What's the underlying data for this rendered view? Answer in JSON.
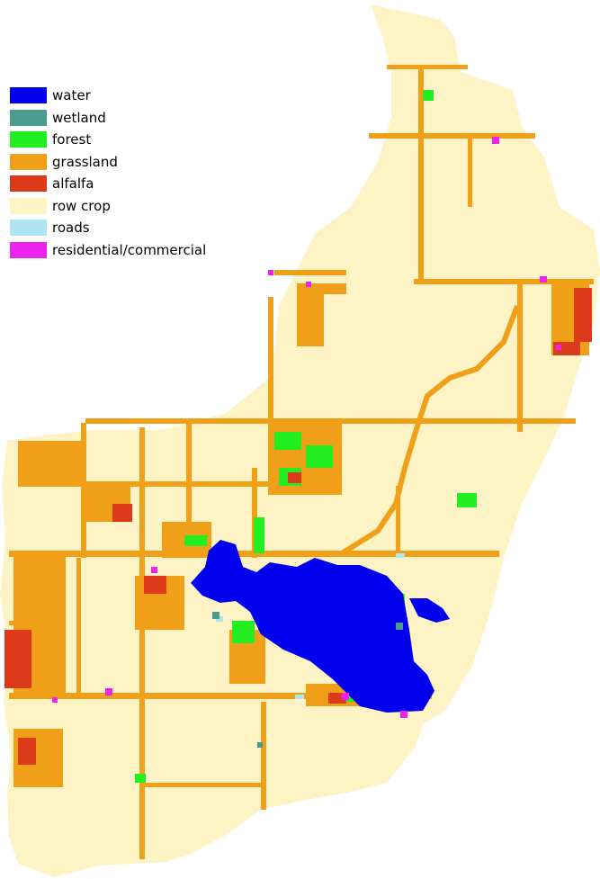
{
  "legend": {
    "items": [
      {
        "label": "water",
        "color": "#0000ee"
      },
      {
        "label": "wetland",
        "color": "#4a9a8e"
      },
      {
        "label": "forest",
        "color": "#22ee22"
      },
      {
        "label": "grassland",
        "color": "#f0a018"
      },
      {
        "label": "alfalfa",
        "color": "#dd3a1c"
      },
      {
        "label": "row crop",
        "color": "#fdf3c4"
      },
      {
        "label": "roads",
        "color": "#b0e4ee"
      },
      {
        "label": "residential/commercial",
        "color": "#ee22ee"
      }
    ]
  }
}
